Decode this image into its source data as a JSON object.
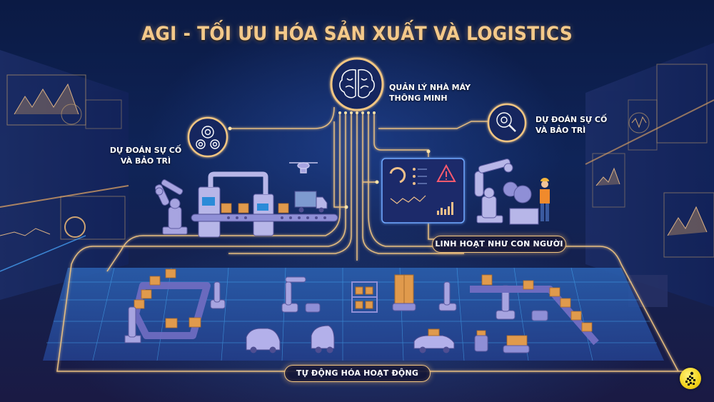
{
  "title": "AGI - TỐI ƯU HÓA SẢN XUẤT VÀ LOGISTICS",
  "nodes": {
    "smart_factory": {
      "line1": "QUẢN LÝ NHÀ MÁY",
      "line2": "THÔNG MINH",
      "icon": "brain-icon"
    },
    "predict_left": {
      "line1": "DỰ ĐOÁN SỰ CỐ",
      "line2": "VÀ BẢO TRÌ",
      "icon": "gears-icon"
    },
    "predict_right": {
      "line1": "DỰ ĐOÁN SỰ CỐ",
      "line2": "VÀ BẢO TRÌ",
      "icon": "magnifier-gear-icon"
    }
  },
  "pills": {
    "human_like": "LINH HOẠT NHƯ CON NGƯỜI",
    "automation": "TỰ ĐỘNG HÓA HOẠT ĐỘNG"
  },
  "scene": {
    "production_line": [
      "robot-arm",
      "machine",
      "conveyor",
      "box",
      "box",
      "box",
      "drone",
      "truck"
    ],
    "dashboard": [
      "gauge",
      "warning-triangle",
      "line-chart",
      "bar-chart"
    ],
    "maintenance": [
      "robot-arm",
      "gear",
      "worker"
    ],
    "warehouse_floor": [
      "conveyor-loop",
      "robot-arm",
      "autonomous-car",
      "shelf",
      "agv",
      "conveyor"
    ]
  },
  "colors": {
    "background": "#0c1a3e",
    "accent_gold": "#f4c98a",
    "circuit": "#f1c582",
    "floor_grid": "#3aa0e8",
    "machine": "#8f8fd6",
    "box": "#e09a4c"
  },
  "logo": {
    "icon": "running-figure-icon",
    "color": "#f3d21b"
  }
}
